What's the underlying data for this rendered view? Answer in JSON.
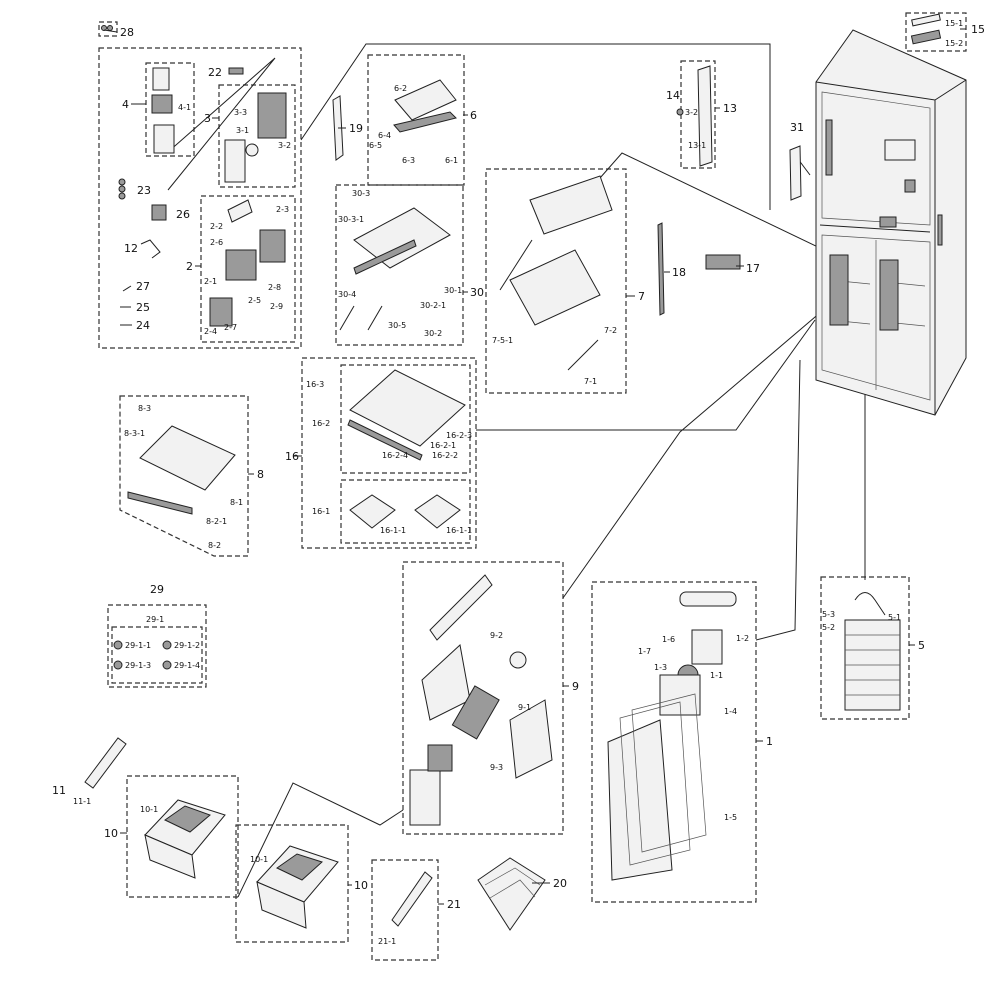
{
  "labels": {
    "l28": "28",
    "l15": "15",
    "l15_1": "15-1",
    "l15_2": "15-2",
    "l22": "22",
    "l4": "4",
    "l4_1": "4-1",
    "l3": "3",
    "l3_1": "3-1",
    "l3_2": "3-2",
    "l3_3": "3-3",
    "l23": "23",
    "l26": "26",
    "l2": "2",
    "l2_1": "2-1",
    "l2_2": "2-2",
    "l2_3": "2-3",
    "l2_4": "2-4",
    "l2_5": "2-5",
    "l2_6": "2-6",
    "l2_7": "2-7",
    "l2_8": "2-8",
    "l2_9": "2-9",
    "l12": "12",
    "l27": "27",
    "l25": "25",
    "l24": "24",
    "l19": "19",
    "l6": "6",
    "l6_1": "6-1",
    "l6_2": "6-2",
    "l6_3": "6-3",
    "l6_4": "6-4",
    "l6_5": "6-5",
    "l30": "30",
    "l30_1": "30-1",
    "l30_2": "30-2",
    "l30_2_1": "30-2-1",
    "l30_3": "30-3",
    "l30_3_1": "30-3-1",
    "l30_4": "30-4",
    "l30_5": "30-5",
    "l7": "7",
    "l7_1": "7-1",
    "l7_2": "7-2",
    "l7_5_1": "7-5-1",
    "l18": "18",
    "l17": "17",
    "l13": "13",
    "l13_1": "13-1",
    "l13_2": "3-2",
    "l14": "14",
    "l31": "31",
    "l8": "8",
    "l8_1": "8-1",
    "l8_2": "8-2",
    "l8_2_1": "8-2-1",
    "l8_3": "8-3",
    "l8_3_1": "8-3-1",
    "l16": "16",
    "l16_1": "16-1",
    "l16_1_1a": "16-1-1",
    "l16_1_1b": "16-1-1",
    "l16_2": "16-2",
    "l16_2_1": "16-2-1",
    "l16_2_2": "16-2-2",
    "l16_2_3": "16-2-3",
    "l16_2_4": "16-2-4",
    "l16_3": "16-3",
    "l29": "29",
    "l29_1": "29-1",
    "l29_1_1": "29-1-1",
    "l29_1_2": "29-1-2",
    "l29_1_3": "29-1-3",
    "l29_1_4": "29-1-4",
    "l9": "9",
    "l9_1": "9-1",
    "l9_2": "9-2",
    "l9_3": "9-3",
    "l1": "1",
    "l1_1": "1-1",
    "l1_2": "1-2",
    "l1_3": "1-3",
    "l1_4": "1-4",
    "l1_5": "1-5",
    "l1_6": "1-6",
    "l1_7": "1-7",
    "l5": "5",
    "l5_1": "5-1",
    "l5_2": "5-2",
    "l5_3": "5-3",
    "l11": "11",
    "l11_1": "11-1",
    "l10a": "10",
    "l10_1a": "10-1",
    "l10b": "10",
    "l10_1b": "10-1",
    "l21": "21",
    "l21_1": "21-1",
    "l20": "20"
  }
}
